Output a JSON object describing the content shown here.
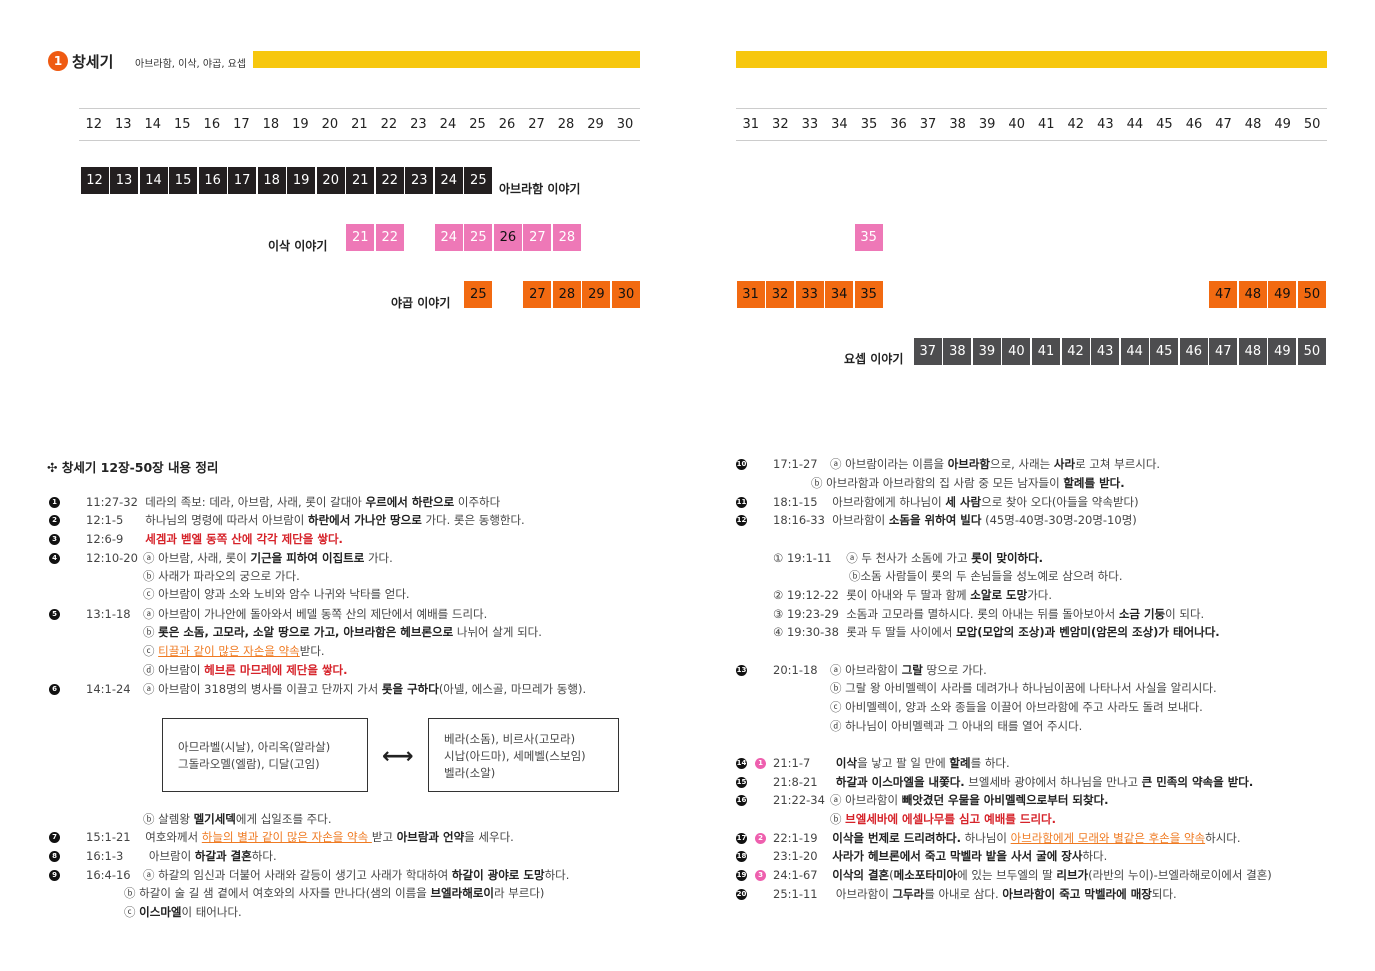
{
  "header": {
    "icon_label": "1",
    "title": "창세기",
    "subtitle": "아브라함, 이삭, 야곱, 요셉"
  },
  "chapters_left": [
    "12",
    "13",
    "14",
    "15",
    "16",
    "17",
    "18",
    "19",
    "20",
    "21",
    "22",
    "23",
    "24",
    "25",
    "26",
    "27",
    "28",
    "29",
    "30"
  ],
  "chapters_right": [
    "31",
    "32",
    "33",
    "34",
    "35",
    "36",
    "37",
    "38",
    "39",
    "40",
    "41",
    "42",
    "43",
    "44",
    "45",
    "46",
    "47",
    "48",
    "49",
    "50"
  ],
  "stories": {
    "abraham": {
      "label": "아브라함 이야기",
      "cells": [
        "12",
        "13",
        "14",
        "15",
        "16",
        "17",
        "18",
        "19",
        "20",
        "21",
        "22",
        "23",
        "24",
        "25"
      ]
    },
    "isaac": {
      "label": "이삭 이야기",
      "cells_a": [
        "21",
        "22"
      ],
      "cells_b": [
        "24",
        "25",
        "26",
        "27",
        "28"
      ],
      "cells_r": [
        "35"
      ]
    },
    "jacob": {
      "label": "야곱 이야기",
      "cells_a": [
        "25"
      ],
      "cells_b": [
        "27",
        "28",
        "29",
        "30"
      ],
      "cells_r1": [
        "31",
        "32",
        "33",
        "34",
        "35"
      ],
      "cells_r2": [
        "47",
        "48",
        "49",
        "50"
      ]
    },
    "joseph": {
      "label": "요셉 이야기",
      "cells": [
        "37",
        "38",
        "39",
        "40",
        "41",
        "42",
        "43",
        "44",
        "45",
        "46",
        "47",
        "48",
        "49",
        "50"
      ]
    }
  },
  "summary_title": "창세기 12장-50장 내용 정리",
  "colors": {
    "orange": "#f26a11",
    "pink": "#ee78b7",
    "yellow": "#f7c70e",
    "black": "#231f20",
    "gray": "#4d4d4f",
    "red": "#d6232a"
  },
  "left": {
    "b1": {
      "n": "1",
      "ref": "11:27-32",
      "a": "데라의 족보: 데라, 아브람, 사래, 롯이 갈대아 ",
      "b": "우르에서 하란으로",
      "c": " 이주하다"
    },
    "b2": {
      "n": "2",
      "ref": "12:1-5",
      "a": "하나님의 명령에 따라서 아브람이 ",
      "b": "하란에서 가나안 땅으로",
      "c": " 가다. 롯은 동행한다."
    },
    "b3": {
      "n": "3",
      "ref": "12:6-9",
      "r": "세겜과 벧엘 동쪽 산에 각각 제단을 쌓다."
    },
    "b4": {
      "n": "4",
      "ref": "12:10-20",
      "a1": "ⓐ 아브람, 사래, 롯이 ",
      "b1": "기근을 피하여 이집트로",
      "c1": " 가다.",
      "l2": "ⓑ 사래가 파라오의 궁으로 가다.",
      "l3": "ⓒ 아브람이 양과 소와 노비와 암수 나귀와 낙타를 얻다."
    },
    "b5": {
      "n": "5",
      "ref": "13:1-18",
      "l1": "ⓐ 아브람이 가나안에 돌아와서 베델 동쪽 산의 제단에서 예배를 드리다.",
      "l2p": "ⓑ ",
      "l2b": "롯은 소돔, 고모라, 소알 땅으로 가고, 아브라함은 헤브론으로",
      "l2c": " 나뉘어 살게 되다.",
      "l3p": "ⓒ ",
      "l3o": "티끌과 같이 많은 자손을 약속",
      "l3c": "받다.",
      "l4p": "ⓓ 아브람이 ",
      "l4r": "헤브론 마므레에 제단을 쌓다."
    },
    "b6": {
      "n": "6",
      "ref": "14:1-24",
      "a": "ⓐ 아브람이 318명의 병사를 이끌고 단까지 가서 ",
      "b": "롯을 구하다",
      "c": "(아넬, 에스골, 마므레가 동행)."
    },
    "box_left": [
      "아므라벨(시날), 아리옥(알라살)",
      "그돌라오멜(엘람), 디달(고임)"
    ],
    "arrow": "⟷",
    "box_right": [
      "베라(소돔), 비르사(고모라)",
      "시납(아드마), 세메벨(스보임)",
      "벨라(소알)"
    ],
    "b6b": {
      "a": "ⓑ 살렘왕 ",
      "b": "멜기세덱",
      "c": "에게 십일조를 주다."
    },
    "b7": {
      "n": "7",
      "ref": "15:1-21",
      "a": "여호와께서 ",
      "o": "하늘의 별과 같이 많은 자손을 약속 ",
      "b": "받고 ",
      "c": "아브람과 언약",
      "d": "을 세우다."
    },
    "b8": {
      "n": "8",
      "ref": "16:1-3",
      "a": "아브람이 ",
      "b": "하갈과 결혼",
      "c": "하다."
    },
    "b9": {
      "n": "9",
      "ref": "16:4-16",
      "a": "ⓐ 하갈의 임신과 더불어 사래와 갈등이 생기고 사래가 학대하여 ",
      "b": "하갈이 광야로 도망",
      "c": "하다.",
      "l2a": "ⓑ 하갈이 술 길 샘 곁에서 여호와의 사자를 만나다(샘의 이름을 ",
      "l2b": "브엘라해로이",
      "l2c": "라 부르다)",
      "l3a": "ⓒ ",
      "l3b": "이스마엘",
      "l3c": "이 태어나다."
    }
  },
  "right": {
    "b10": {
      "n": "10",
      "ref": "17:1-27",
      "a": "ⓐ 아브람이라는 이름을 ",
      "b": "아브라함",
      "c": "으로, 사래는 ",
      "d": "사라",
      "e": "로 고쳐 부르시다.",
      "l2a": "ⓑ 아브라함과 아브라함의 집 사람 중 모든 남자들이 ",
      "l2b": "할례를 받다."
    },
    "b11": {
      "n": "11",
      "ref": "18:1-15",
      "a": "아브라함에게 하나님이 ",
      "b": "세 사람",
      "c": "으로 찾아 오다(아들을 약속받다)"
    },
    "b12": {
      "n": "12",
      "ref": "18:16-33",
      "a": "아브라함이 ",
      "b": "소돔을 위하여 빌다",
      "c": " (45명-40명-30명-20명-10명)"
    },
    "s1": {
      "n": "①",
      "ref": "19:1-11",
      "a": "ⓐ 두 천사가 소돔에 가고 ",
      "b": "롯이 맞이하다.",
      "l2": "ⓑ소돔 사람들이 롯의 두 손님들을 성노예로 삼으려 하다."
    },
    "s2": {
      "n": "②",
      "ref": "19:12-22",
      "a": "롯이 아내와 두 딸과 함께 ",
      "b": "소알로 도망",
      "c": "가다."
    },
    "s3": {
      "n": "③",
      "ref": "19:23-29",
      "a": "소돔과 고모라를 멸하시다. 롯의 아내는 뒤를 돌아보아서 ",
      "b": "소금 기둥",
      "c": "이 되다."
    },
    "s4": {
      "n": "④",
      "ref": "19:30-38",
      "a": "롯과 두 딸들 사이에서 ",
      "b": "모압(모압의 조상)과 벤암미(암몬의 조상)가 태어나다."
    },
    "b13": {
      "n": "13",
      "ref": "20:1-18",
      "a": "ⓐ 아브라함이 ",
      "b": "그랄",
      "c": " 땅으로 가다.",
      "l2": "ⓑ 그랄 왕 아비멜렉이 사라를 데려가나 하나님이꿈에 나타나서 사실을 알리시다.",
      "l3": "ⓒ 아비멜렉이, 양과 소와 종들을 이끌어 아브라함에 주고 사라도 돌려 보내다.",
      "l4": "ⓓ 하나님이 아비멜렉과 그 아내의 태를 열어 주시다."
    },
    "b14": {
      "n": "14",
      "p": "1",
      "ref": "21:1-7",
      "a": "이삭",
      "b": "을 낳고 팔 일 만에 ",
      "c": "할례",
      "d": "를 하다."
    },
    "b15": {
      "n": "15",
      "ref": "21:8-21",
      "a": "하갈과 이스마엘을 내쫓다.",
      "b": " 브엘세바 광야에서 하나님을 만나고 ",
      "c": "큰 민족의 약속을 받다."
    },
    "b16": {
      "n": "16",
      "ref": "21:22-34",
      "a": "ⓐ 아브라함이 ",
      "b": "빼앗겼던 우물을 아비멜렉으로부터 되찾다.",
      "l2p": "ⓑ ",
      "l2r": "브엘세바에 에셀나무를 심고 예배를 드리다."
    },
    "b17": {
      "n": "17",
      "p": "2",
      "ref": "22:1-19",
      "a": "이삭을 번제로 드리려하다.",
      "b": " 하나님이 ",
      "o": "아브라함에게 모래와 별같은 후손을 약속",
      "c": "하시다."
    },
    "b18": {
      "n": "18",
      "ref": "23:1-20",
      "a": "사라가 헤브론에서 죽고 막벨라 밭을 사서 굴에 장사",
      "b": "하다."
    },
    "b19": {
      "n": "19",
      "p": "3",
      "ref": "24:1-67",
      "a": "이삭의 결혼",
      "b": "(",
      "c": "메소포타미아",
      "d": "에 있는 브두엘의 딸 ",
      "e": "리브가",
      "f": "(라반의 누이)-브엘라해로이에서 결혼)"
    },
    "b20": {
      "n": "20",
      "ref": "25:1-11",
      "a": "아브라함이 ",
      "b": "그두라",
      "c": "를 아내로 삼다. ",
      "d": "아브라함이 죽고 막벨라에 매장",
      "e": "되다."
    }
  }
}
